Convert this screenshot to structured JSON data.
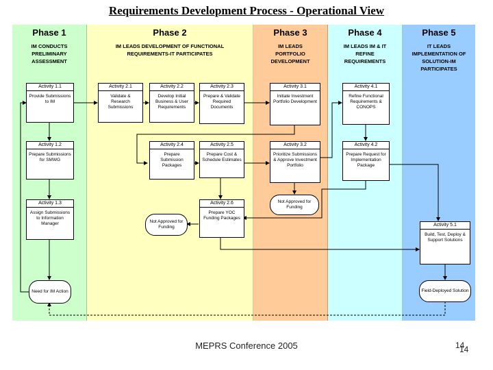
{
  "title": "Requirements Development Process - Operational View",
  "phases": [
    {
      "name": "Phase 1",
      "desc": "IM CONDUCTS PRELIMINARY ASSESSMENT",
      "color": "#ccffcc"
    },
    {
      "name": "Phase 2",
      "desc": "IM LEADS DEVELOPMENT OF FUNCTIONAL REQUIREMENTS-IT PARTICIPATES",
      "color": "#ffffc0"
    },
    {
      "name": "Phase 3",
      "desc": "IM LEADS PORTFOLIO DEVELOPMENT",
      "color": "#ffcc99"
    },
    {
      "name": "Phase 4",
      "desc": "IM LEADS IM & IT REFINE REQUIREMENTS",
      "color": "#ccffff"
    },
    {
      "name": "Phase 5",
      "desc": "IT LEADS IMPLEMENTATION OF SOLUTION-IM PARTICIPATES",
      "color": "#99ccff"
    }
  ],
  "activities": {
    "a11": {
      "id": "Activity 1.1",
      "text": "Provide Submissions to IM"
    },
    "a12": {
      "id": "Activity 1.2",
      "text": "Prepare Submissions for SMWG"
    },
    "a13": {
      "id": "Activity 1.3",
      "text": "Assign Submissions to Information Manager"
    },
    "a21": {
      "id": "Activity 2.1",
      "text": "Validate & Research Submissions"
    },
    "a22": {
      "id": "Activity 2.2",
      "text": "Develop Initial Business & User Requirements"
    },
    "a23": {
      "id": "Activity 2.3",
      "text": "Prepare & Validate Required Documents"
    },
    "a24": {
      "id": "Activity 2.4",
      "text": "Prepare Submission Packages"
    },
    "a25": {
      "id": "Activity 2.5",
      "text": "Prepare Cost & Schedule Estimates"
    },
    "a26": {
      "id": "Activity 2.6",
      "text": "Prepare YOC Funding Packages"
    },
    "a31": {
      "id": "Activity 3.1",
      "text": "Initiate Investment Portfolio Development"
    },
    "a32": {
      "id": "Activity 3.2",
      "text": "Prioritize Submissions & Approve Investment Portfolio"
    },
    "a41": {
      "id": "Activity 4.1",
      "text": "Refine Functional Requirements & CONOPS"
    },
    "a42": {
      "id": "Activity 4.2",
      "text": "Prepare Request for Implementation Package"
    },
    "a51": {
      "id": "Activity 5.1",
      "text": "Build, Test, Deploy & Support Solutions"
    }
  },
  "ovals": {
    "need": "Need for IM Action",
    "notfunded2": "Not Approved for Funding",
    "notfunded3": "Not Approved for Funding",
    "deployed": "Field-Deployed Solution"
  },
  "footer": "MEPRS Conference 2005",
  "page": "14",
  "page_shadow": "14"
}
